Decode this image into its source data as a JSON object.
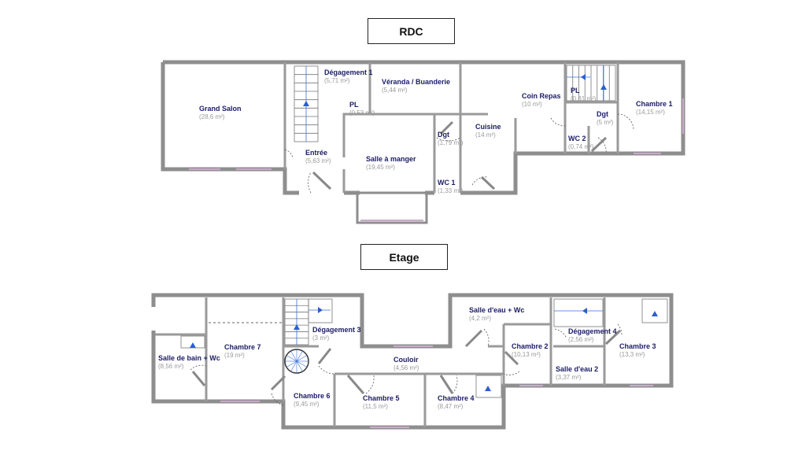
{
  "levels": {
    "rdc": {
      "title": "RDC",
      "rooms": [
        {
          "name": "Grand Salon",
          "area": "(28,6 m²)"
        },
        {
          "name": "Dégagement 1",
          "area": "(5,71 m²)"
        },
        {
          "name": "Véranda / Buanderie",
          "area": "(5,44 m²)"
        },
        {
          "name": "PL",
          "area": "(0,53 m²)"
        },
        {
          "name": "Entrée",
          "area": "(5,63 m²)"
        },
        {
          "name": "Salle à manger",
          "area": "(19,45 m²)"
        },
        {
          "name": "Dgt",
          "area": "(1,79 m²)"
        },
        {
          "name": "WC 1",
          "area": "(1,33 m²)"
        },
        {
          "name": "Cuisine",
          "area": "(14 m²)"
        },
        {
          "name": "Coin Repas",
          "area": "(10 m²)"
        },
        {
          "name": "PL",
          "area": "(0,31 m²)"
        },
        {
          "name": "Dgt",
          "area": "(5 m²)"
        },
        {
          "name": "WC 2",
          "area": "(0,74 m²)"
        },
        {
          "name": "Chambre 1",
          "area": "(14,15 m²)"
        }
      ]
    },
    "etage": {
      "title": "Etage",
      "rooms": [
        {
          "name": "Salle de bain + Wc",
          "area": "(8,56 m²)"
        },
        {
          "name": "Chambre 7",
          "area": "(19 m²)"
        },
        {
          "name": "Dégagement 3",
          "area": "(3 m²)"
        },
        {
          "name": "Chambre 6",
          "area": "(9,45 m²)"
        },
        {
          "name": "Couloir",
          "area": "(4,56 m²)"
        },
        {
          "name": "Chambre 5",
          "area": "(11,5 m²)"
        },
        {
          "name": "Chambre 4",
          "area": "(8,47 m²)"
        },
        {
          "name": "Salle d'eau + Wc",
          "area": "(4,2 m²)"
        },
        {
          "name": "Chambre 2",
          "area": "(10,13 m²)"
        },
        {
          "name": "Dégagement 4",
          "area": "(2,56 m²)"
        },
        {
          "name": "Salle d'eau 2",
          "area": "(3,37 m²)"
        },
        {
          "name": "Chambre 3",
          "area": "(13,3 m²)"
        }
      ]
    }
  },
  "colors": {
    "wall": "#8e8e8e",
    "room_name": "#1c1c66",
    "room_area": "#9a9a9a",
    "stair_arrow": "#2a5fd0"
  }
}
